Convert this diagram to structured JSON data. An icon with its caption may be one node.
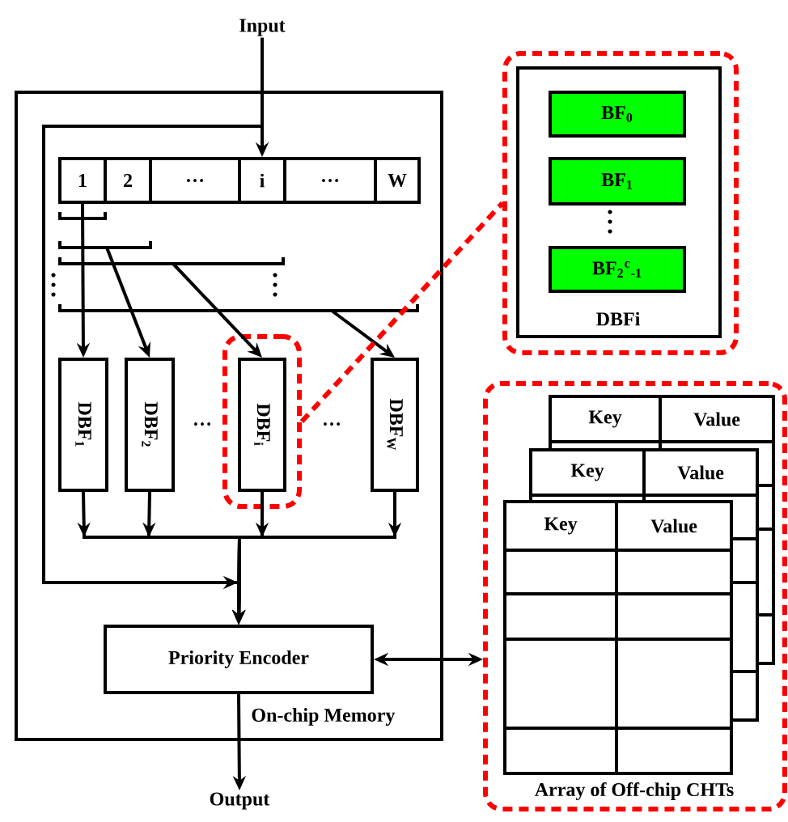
{
  "diagram": {
    "nodes": [
      {
        "text": [
          "Input"
        ]
      },
      {
        "text": [
          "On-chip Memory"
        ]
      },
      {
        "text": [
          "1"
        ],
        "in": 1
      },
      {
        "text": [
          "2"
        ],
        "in": 1
      },
      {
        "text": [
          "…"
        ],
        "in": 1
      },
      {
        "text": [
          "i"
        ],
        "in": 1
      },
      {
        "text": [
          "…"
        ],
        "in": 1
      },
      {
        "text": [
          "W"
        ],
        "in": 1
      },
      {
        "text": [
          "DBF$_{1}$"
        ],
        "in": 1
      },
      {
        "text": [
          "DBF$_{2}$"
        ],
        "in": 1
      },
      {
        "text": [],
        "shape": "box",
        "in": 1
      },
      {
        "text": [
          "DBF$_{i}$"
        ],
        "in": 10
      },
      {
        "text": [
          "DBF$_{W}$"
        ],
        "in": 1
      },
      {
        "text": [
          "Priority Encoder"
        ],
        "in": 1
      },
      {
        "text": [
          "Output"
        ]
      },
      {
        "text": [],
        "shape": "box"
      },
      {
        "text": [
          "DBFi"
        ],
        "in": 15
      },
      {
        "text": [
          "BF$_{0}$"
        ],
        "in": 16
      },
      {
        "text": [
          "BF$_{1}$"
        ],
        "in": 16
      },
      {
        "text": [
          "BF$_{2}$$^{c}$$_{-1}$"
        ],
        "in": 16
      },
      {
        "text": [
          "Array of Off-chip CHTs"
        ]
      }
    ],
    "edges": [
      {
        "from": 0,
        "to": 5,
        "arrow": "to"
      },
      {
        "from": 0,
        "to": 13,
        "arrow": "to"
      },
      {
        "from": 2,
        "to": 8,
        "arrow": "to"
      },
      {
        "from": null,
        "to": 9,
        "arrow": "to"
      },
      {
        "from": null,
        "to": 11,
        "arrow": "to"
      },
      {
        "from": null,
        "to": 12,
        "arrow": "to"
      },
      {
        "from": 8,
        "to": 13,
        "arrow": "to"
      },
      {
        "from": 9,
        "to": 13,
        "arrow": "to"
      },
      {
        "from": 11,
        "to": 13,
        "arrow": "to"
      },
      {
        "from": 12,
        "to": 13,
        "arrow": "to"
      },
      {
        "from": 13,
        "to": 20,
        "arrow": "both"
      },
      {
        "from": 13,
        "to": 14,
        "arrow": "to"
      },
      {
        "from": 10,
        "to": 15,
        "arrow": "none",
        "style": "dashed",
        "color": "#ff0000"
      }
    ],
    "labels": [
      "…",
      "…",
      "Key",
      "Value",
      "Key",
      "Value",
      "Key",
      "Value"
    ]
  }
}
